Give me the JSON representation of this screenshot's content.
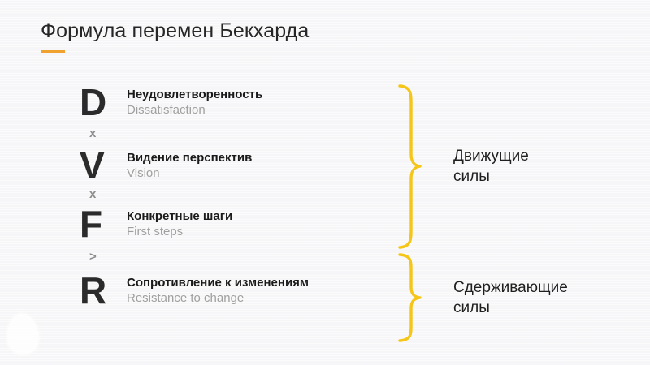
{
  "slide": {
    "title": "Формула перемен Бекхарда",
    "accent_color": "#f0a22e",
    "brace_color": "#f5c518",
    "background_color": "#f7f7f8",
    "title_color": "#262626",
    "label_ru_color": "#1a1a1a",
    "label_en_color": "#a0a0a0",
    "glyph_color": "#2b2b2b",
    "operator_color": "#8d8d8d"
  },
  "formula": {
    "rows": [
      {
        "glyph": "D",
        "label_ru": "Неудовлетворенность",
        "label_en": "Dissatisfaction"
      },
      {
        "glyph": "V",
        "label_ru": "Видение перспектив",
        "label_en": "Vision"
      },
      {
        "glyph": "F",
        "label_ru": "Конкретные шаги",
        "label_en": "First steps"
      },
      {
        "glyph": "R",
        "label_ru": "Сопротивление к изменениям",
        "label_en": "Resistance to change"
      }
    ],
    "operators": [
      {
        "symbol": "x"
      },
      {
        "symbol": "x"
      },
      {
        "symbol": ">"
      }
    ]
  },
  "groups": [
    {
      "label_line1": "Движущие",
      "label_line2": "силы",
      "covers": [
        "D",
        "V",
        "F"
      ]
    },
    {
      "label_line1": "Сдерживающие",
      "label_line2": "силы",
      "covers": [
        "R"
      ]
    }
  ]
}
